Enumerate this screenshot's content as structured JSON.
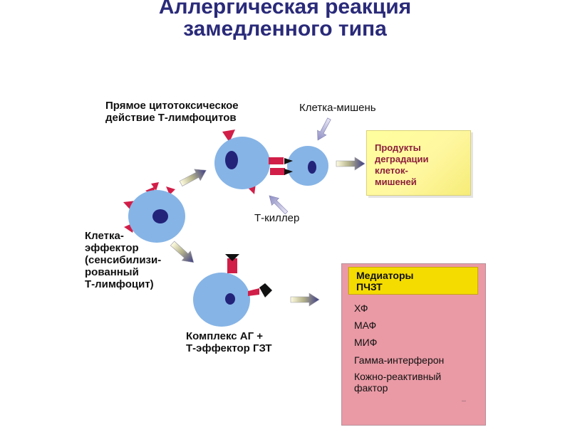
{
  "title": {
    "line1": "Аллергическая реакция",
    "line2": "замедленного типа"
  },
  "labels": {
    "direct_line1": "Прямое цитотоксическое",
    "direct_line2": "действие Т-лимфоцитов",
    "target_cell": "Клетка-мишень",
    "killer": "Т-киллер",
    "effector_lines": [
      "Клетка-",
      "эффектор",
      "(сенсибилизи-",
      "рованный",
      "Т-лимфоцит)"
    ],
    "complex_line1": "Комплекс АГ +",
    "complex_line2": "Т-эффектор ГЗТ"
  },
  "products_box": {
    "lines": [
      "Продукты",
      "деградации",
      "клеток-",
      "мишеней"
    ]
  },
  "mediators_box": {
    "header_line1": "Медиаторы",
    "header_line2": "ПЧЗТ",
    "items": [
      "ХФ",
      "МАФ",
      "МИФ",
      "Гамма-интерферон"
    ],
    "last_item_line1": "Кожно-реактивный",
    "last_item_line2": "фактор"
  },
  "colors": {
    "title": "#2a2a7a",
    "cell": "#86b4e6",
    "nucleus": "#23237a",
    "receptor": "#d11e48",
    "antigen": "#111111",
    "arrow": "#4c4c8c",
    "products_text": "#8b1e3b",
    "mediators_bg": "#e99aa5",
    "mediators_header": "#f5dc00"
  }
}
